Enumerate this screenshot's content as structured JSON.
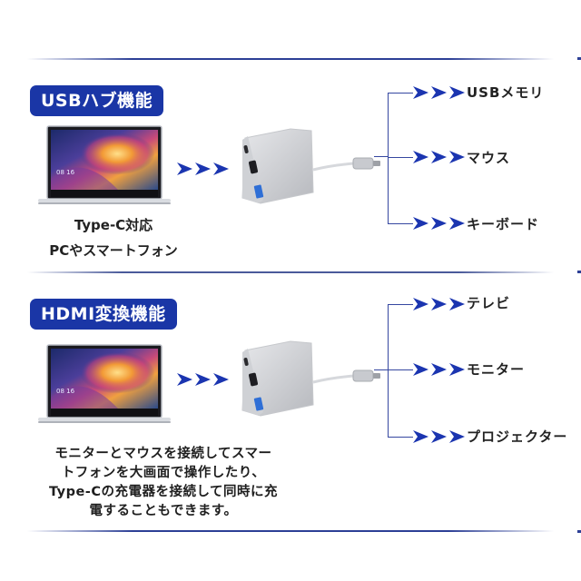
{
  "colors": {
    "accent": "#1a36a6",
    "arrow": "#1b35b0",
    "line": "#3547a0"
  },
  "sections": [
    {
      "badge": "USBハブ機能",
      "source_lines": [
        "Type-C対応",
        "PCやスマートフォン"
      ],
      "source_icon": "laptop-icon",
      "hub_icon": "usb-c-hub-icon",
      "outputs": [
        {
          "label": "USBメモリ"
        },
        {
          "label": "マウス"
        },
        {
          "label": "キーボード"
        }
      ]
    },
    {
      "badge": "HDMI変換機能",
      "source_icon": "laptop-icon",
      "hub_icon": "usb-c-hub-icon",
      "description_lines": [
        "モニターとマウスを接続してスマー",
        "トフォンを大画面で操作したり、",
        "Type-Cの充電器を接続して同時に充",
        "電することもできます。"
      ],
      "outputs": [
        {
          "label": "テレビ"
        },
        {
          "label": "モニター"
        },
        {
          "label": "プロジェクター"
        }
      ]
    }
  ]
}
